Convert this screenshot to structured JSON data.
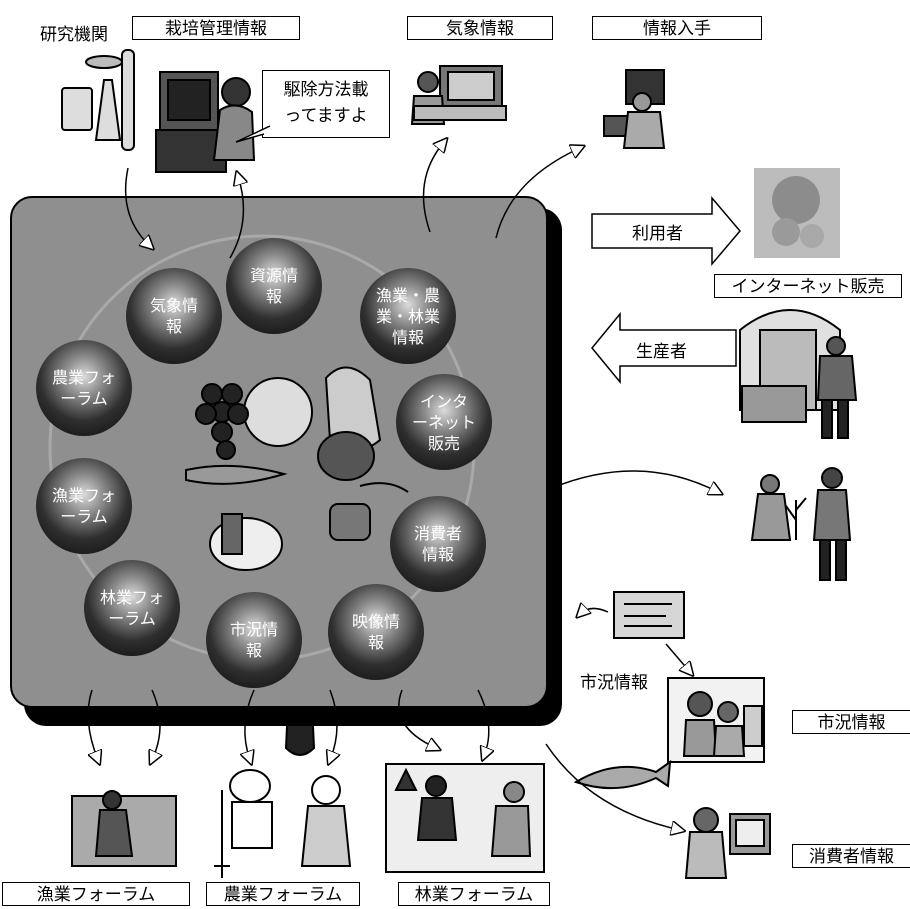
{
  "header": {
    "research_label": "研究機関",
    "cultivation_label": "栽培管理情報",
    "weather_label": "気象情報",
    "acquire_label": "情報入手"
  },
  "speech_bubble": {
    "text": "駆除方法載\nってますよ"
  },
  "right_side": {
    "user_arrow": "利用者",
    "internet_sales": "インターネット販売",
    "producer_arrow": "生産者",
    "market_caption": "市況情報",
    "market_box": "市況情報",
    "consumer_box": "消費者情報"
  },
  "forum_labels": {
    "fishery": "漁業フォーラム",
    "agriculture": "農業フォーラム",
    "forestry": "林業フォーラム"
  },
  "spheres": [
    {
      "id": "resource",
      "text": "資源情\n報"
    },
    {
      "id": "weather",
      "text": "気象情\n報"
    },
    {
      "id": "industry",
      "text": "漁業・農\n業・林業\n情報"
    },
    {
      "id": "agri-forum",
      "text": "農業フォ\nーラム"
    },
    {
      "id": "internet",
      "text": "インタ\nーネット\n販売"
    },
    {
      "id": "fish-forum",
      "text": "漁業フォ\nーラム"
    },
    {
      "id": "consumer",
      "text": "消費者\n情報"
    },
    {
      "id": "forest-forum",
      "text": "林業フォ\nーラム"
    },
    {
      "id": "market",
      "text": "市況情\n報"
    },
    {
      "id": "video",
      "text": "映像情\n報"
    }
  ],
  "colors": {
    "panel": "#8f8f8f",
    "shadow": "#000000",
    "sphere_dark": "#0a0a0a"
  }
}
